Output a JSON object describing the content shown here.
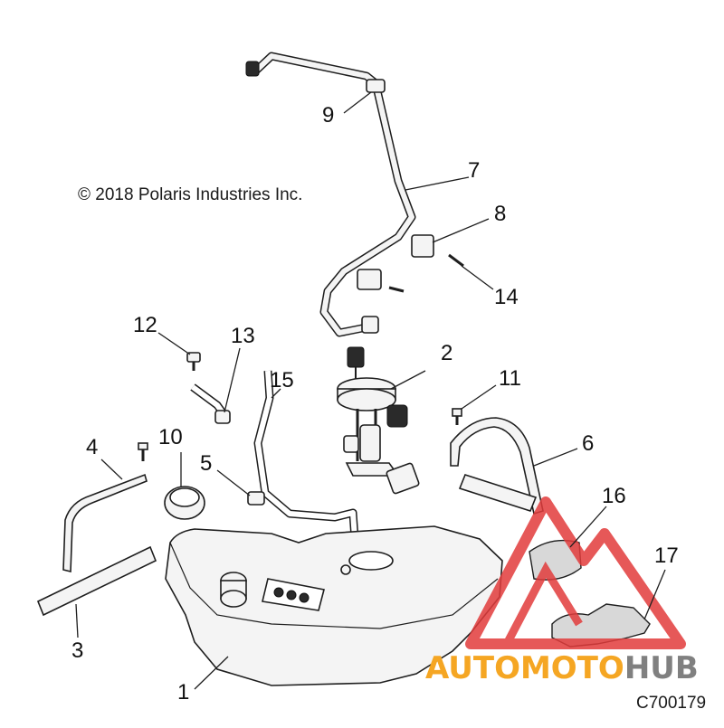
{
  "copyright": "© 2018 Polaris Industries Inc.",
  "drawing_id": "C700179",
  "watermark": {
    "part1": "AUTOMOTO",
    "part2": "HUB",
    "color_orange": "#f5a623",
    "color_gray": "#808080",
    "color_red": "#e23c3c"
  },
  "callouts": {
    "c1": "1",
    "c2": "2",
    "c3": "3",
    "c4": "4",
    "c5": "5",
    "c6": "6",
    "c7": "7",
    "c8": "8",
    "c9": "9",
    "c10": "10",
    "c11": "11",
    "c12": "12",
    "c13": "13",
    "c14": "14",
    "c15": "15",
    "c16": "16",
    "c17": "17"
  }
}
